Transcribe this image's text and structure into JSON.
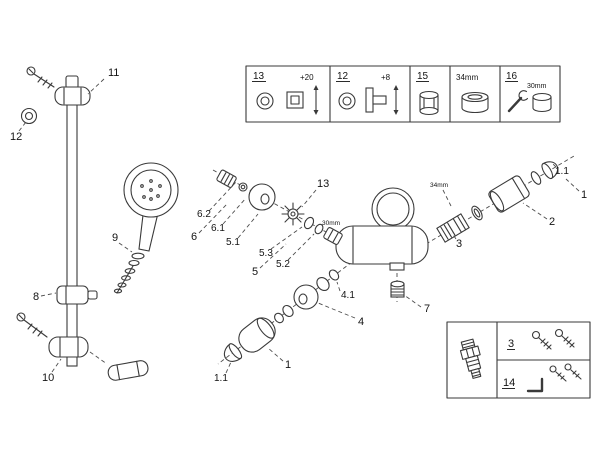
{
  "colors": {
    "ink": "#3a3a3a",
    "label_text": "#141414",
    "background": "#ffffff"
  },
  "callouts": {
    "c11": "11",
    "c12": "12",
    "c9": "9",
    "c8": "8",
    "c10": "10",
    "c13": "13",
    "c6": "6",
    "c6_1": "6.1",
    "c6_2": "6.2",
    "c5": "5",
    "c5_1": "5.1",
    "c5_2": "5.2",
    "c5_3": "5.3",
    "c4": "4",
    "c4_1": "4.1",
    "c1_left": "1",
    "c1_1_left": "1.1",
    "c7": "7",
    "c2": "2",
    "c3": "3",
    "c1_right": "1",
    "c1_1_right": "1.1",
    "dim_30mm": "30mm",
    "dim_34mm": "34mm"
  },
  "legend_top": {
    "cell_13_label": "13",
    "cell_13_dim": "+20",
    "cell_12_label": "12",
    "cell_12_dim": "+8",
    "cell_15_label": "15",
    "cell_34_dim": "34mm",
    "cell_16_label": "16",
    "cell_16_dim": "30mm"
  },
  "legend_bottom": {
    "row_3_label": "3",
    "row_14_label": "14"
  }
}
